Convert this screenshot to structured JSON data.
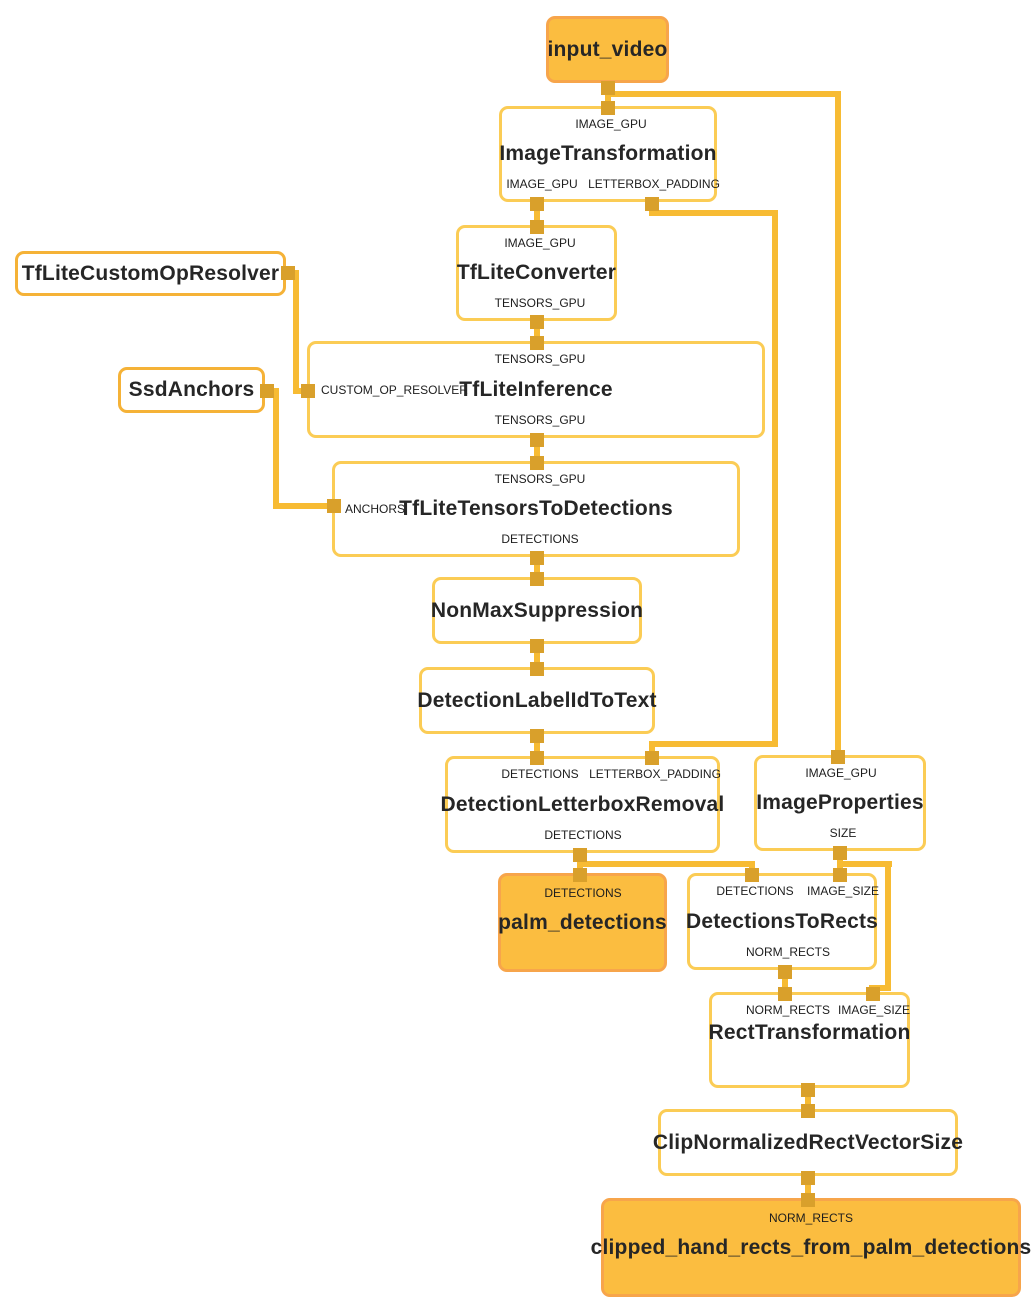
{
  "diagram_type": "mediapipe-graph",
  "colors": {
    "background": "#FFFFFF",
    "stream_node_fill": "#FBBD40",
    "stream_node_border": "#F7A54B",
    "calculator_border": "#FBCC55",
    "side_packet_border": "#F5B237",
    "edge": "#F7BB33",
    "port": "#D9A02B",
    "title_text": "#262626",
    "port_label_text": "#1D1D1D"
  },
  "nodes": {
    "input_video": {
      "title": "input_video"
    },
    "image_transformation": {
      "in_top": "IMAGE_GPU",
      "title": "ImageTransformation",
      "out_left": "IMAGE_GPU",
      "out_right": "LETTERBOX_PADDING"
    },
    "tflite_converter": {
      "in_top": "IMAGE_GPU",
      "title": "TfLiteConverter",
      "out_bottom": "TENSORS_GPU"
    },
    "tflite_custom_op_resolver": {
      "title": "TfLiteCustomOpResolver"
    },
    "ssd_anchors": {
      "title": "SsdAnchors"
    },
    "tflite_inference": {
      "in_top": "TENSORS_GPU",
      "in_left": "CUSTOM_OP_RESOLVER",
      "title": "TfLiteInference",
      "out_bottom": "TENSORS_GPU"
    },
    "tflite_tensors_to_detections": {
      "in_top": "TENSORS_GPU",
      "in_left": "ANCHORS",
      "title": "TfLiteTensorsToDetections",
      "out_bottom": "DETECTIONS"
    },
    "non_max_suppression": {
      "title": "NonMaxSuppression"
    },
    "detection_label_id_to_text": {
      "title": "DetectionLabelIdToText"
    },
    "detection_letterbox_removal": {
      "in_left_top": "DETECTIONS",
      "in_right_top": "LETTERBOX_PADDING",
      "title": "DetectionLetterboxRemoval",
      "out_bottom": "DETECTIONS"
    },
    "image_properties": {
      "in_top": "IMAGE_GPU",
      "title": "ImageProperties",
      "out_bottom": "SIZE"
    },
    "palm_detections": {
      "in_top": "DETECTIONS",
      "title": "palm_detections"
    },
    "detections_to_rects": {
      "in_left_top": "DETECTIONS",
      "in_right_top": "IMAGE_SIZE",
      "title": "DetectionsToRects",
      "out_bottom": "NORM_RECTS"
    },
    "rect_transformation": {
      "in_left_top": "NORM_RECTS",
      "in_right_top": "IMAGE_SIZE",
      "title": "RectTransformation"
    },
    "clip_normalized_rect_vector_size": {
      "title": "ClipNormalizedRectVectorSize"
    },
    "clipped_hand_rects": {
      "in_top": "NORM_RECTS",
      "title": "clipped_hand_rects_from_palm_detections"
    }
  },
  "edges": [
    {
      "from": "input_video",
      "to": "image_transformation",
      "label": "IMAGE_GPU"
    },
    {
      "from": "input_video",
      "to": "image_properties",
      "label": "IMAGE_GPU"
    },
    {
      "from": "image_transformation",
      "to": "tflite_converter",
      "label": "IMAGE_GPU"
    },
    {
      "from": "image_transformation",
      "to": "detection_letterbox_removal",
      "label": "LETTERBOX_PADDING"
    },
    {
      "from": "tflite_converter",
      "to": "tflite_inference",
      "label": "TENSORS_GPU"
    },
    {
      "from": "tflite_custom_op_resolver",
      "to": "tflite_inference",
      "label": "CUSTOM_OP_RESOLVER"
    },
    {
      "from": "ssd_anchors",
      "to": "tflite_tensors_to_detections",
      "label": "ANCHORS"
    },
    {
      "from": "tflite_inference",
      "to": "tflite_tensors_to_detections",
      "label": "TENSORS_GPU"
    },
    {
      "from": "tflite_tensors_to_detections",
      "to": "non_max_suppression",
      "label": "DETECTIONS"
    },
    {
      "from": "non_max_suppression",
      "to": "detection_label_id_to_text",
      "label": ""
    },
    {
      "from": "detection_label_id_to_text",
      "to": "detection_letterbox_removal",
      "label": "DETECTIONS"
    },
    {
      "from": "detection_letterbox_removal",
      "to": "palm_detections",
      "label": "DETECTIONS"
    },
    {
      "from": "detection_letterbox_removal",
      "to": "detections_to_rects",
      "label": "DETECTIONS"
    },
    {
      "from": "image_properties",
      "to": "detections_to_rects",
      "label": "SIZE -> IMAGE_SIZE"
    },
    {
      "from": "image_properties",
      "to": "rect_transformation",
      "label": "SIZE -> IMAGE_SIZE"
    },
    {
      "from": "detections_to_rects",
      "to": "rect_transformation",
      "label": "NORM_RECTS"
    },
    {
      "from": "rect_transformation",
      "to": "clip_normalized_rect_vector_size",
      "label": ""
    },
    {
      "from": "clip_normalized_rect_vector_size",
      "to": "clipped_hand_rects",
      "label": "NORM_RECTS"
    }
  ]
}
